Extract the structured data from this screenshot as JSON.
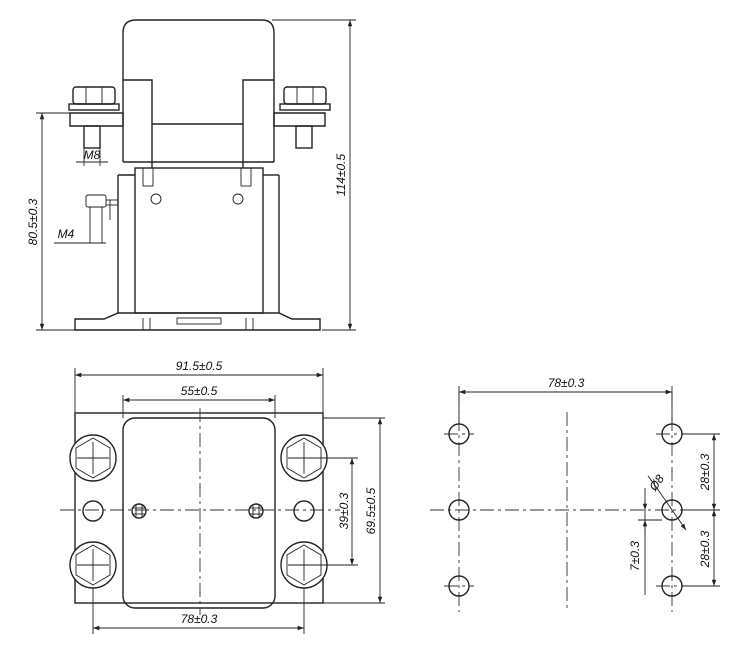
{
  "drawing": {
    "side_view": {
      "dim_height_total": "114±0.5",
      "dim_height_terminal": "80.5±0.3",
      "dim_thread_main": "M8",
      "dim_thread_aux": "M4"
    },
    "top_view": {
      "dim_width_overall": "91.5±0.5",
      "dim_cover_width": "55±0.5",
      "dim_mount_spacing": "78±0.3",
      "dim_terminal_spacing": "39±0.3",
      "dim_depth": "69.5±0.5"
    },
    "hole_pattern": {
      "dim_hole_spacing_x": "78±0.3",
      "dim_hole_spacing_y_top": "28±0.3",
      "dim_hole_spacing_y_bottom": "28±0.3",
      "dim_hole_diameter": "Ø8",
      "dim_hole_offset": "7±0.3"
    }
  }
}
